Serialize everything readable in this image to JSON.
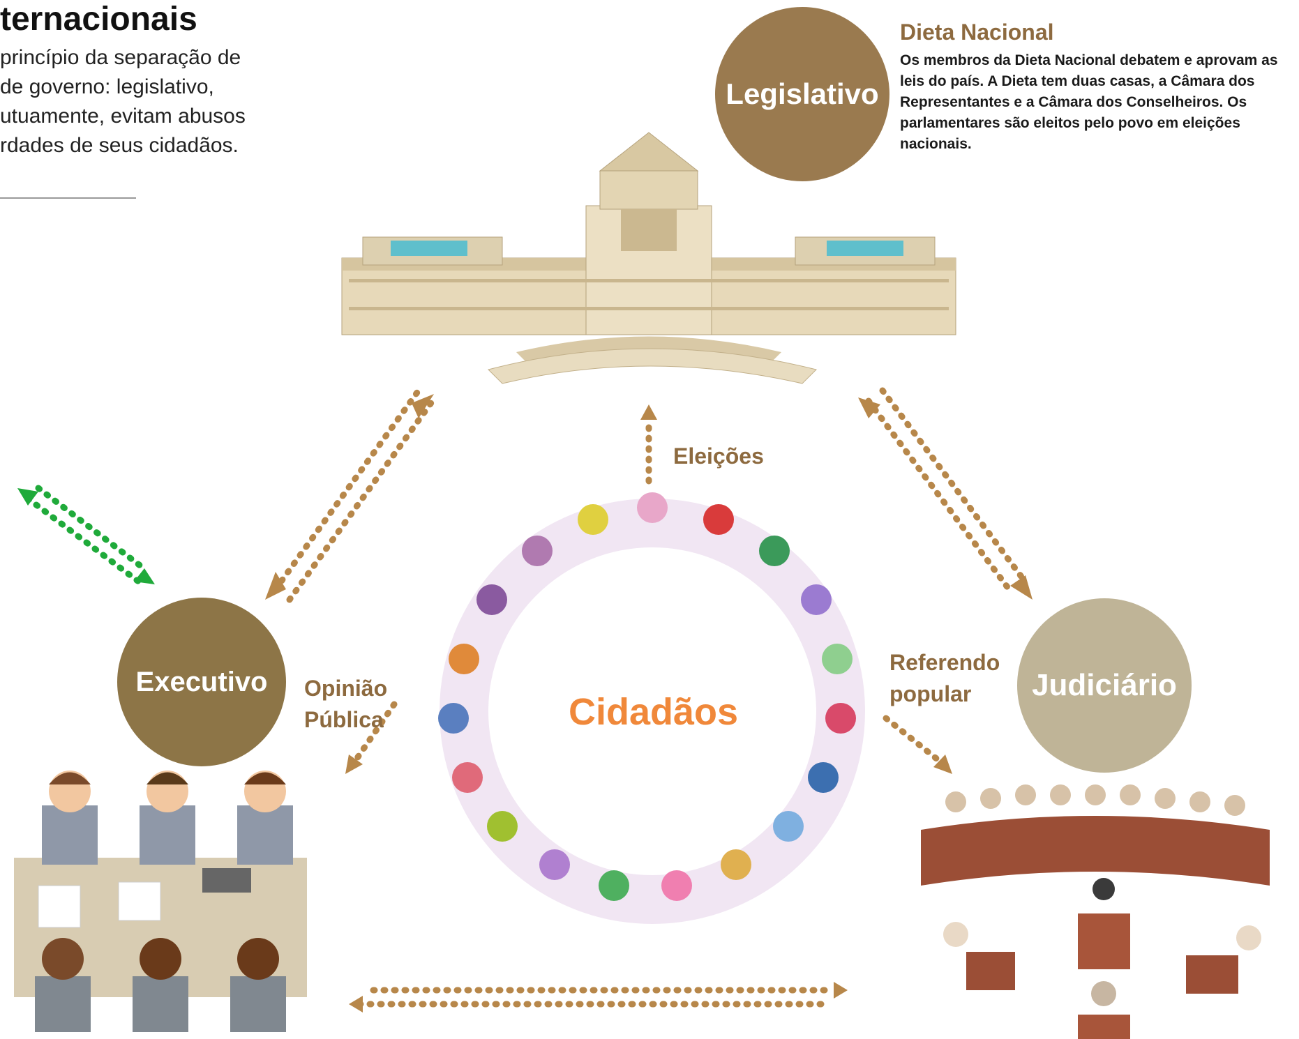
{
  "heading": "ternacionais",
  "intro": [
    "princípio da separação de",
    "de governo: legislativo,",
    "utuamente, evitam abusos",
    "rdades de seus cidadãos."
  ],
  "branches": {
    "legislative": "Legislativo",
    "executive": "Executivo",
    "judiciary": "Judiciário"
  },
  "dieta": {
    "title": "Dieta Nacional",
    "description": "Os membros da Dieta Nacional debatem e aprovam as leis do país. A Dieta tem duas casas, a Câmara dos Representantes e a Câmara dos Conselheiros. Os parlamentares são eleitos pelo povo em eleições nacionais."
  },
  "flows": {
    "elections": "Eleições",
    "public_opinion_1": "Opinião",
    "public_opinion_2": "Pública",
    "referendum_1": "Referendo",
    "referendum_2": "popular"
  },
  "center": "Cidadãos",
  "colors": {
    "legislative": "#9a7a4f",
    "executive": "#8d7547",
    "judiciary": "#bfb497",
    "arrow_brown": "#b7874a",
    "arrow_green": "#1faa3a",
    "center_text": "#f0883a"
  }
}
